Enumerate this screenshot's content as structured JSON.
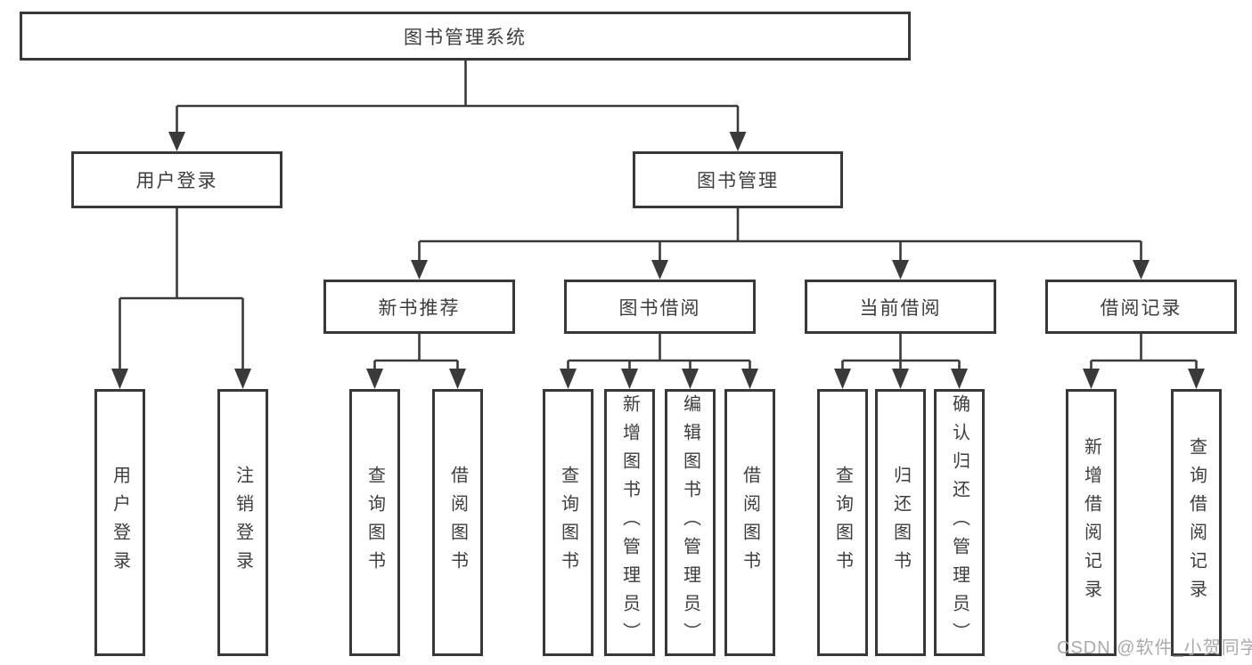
{
  "diagram_title": "图书管理系统",
  "watermark": "CSDN @软件_小贺同学",
  "colors": {
    "background": "#ffffff",
    "box_border": "#383838",
    "connector_line": "#3a3a3a",
    "text": "#3d3d3d",
    "watermark": "#a5a5a5"
  },
  "nodes": [
    {
      "id": "root",
      "label": "图书管理系统",
      "level": 1,
      "children": [
        "user-login",
        "book-management"
      ]
    },
    {
      "id": "user-login",
      "label": "用户登录",
      "level": 2,
      "children": [
        "leaf-user-login",
        "leaf-logout"
      ]
    },
    {
      "id": "book-management",
      "label": "图书管理",
      "level": 2,
      "children": [
        "new-book-recommend",
        "book-borrowing",
        "current-borrowing",
        "borrowing-records"
      ]
    },
    {
      "id": "new-book-recommend",
      "label": "新书推荐",
      "level": 3,
      "children": [
        "leaf-query-books-1",
        "leaf-borrow-books-1"
      ]
    },
    {
      "id": "book-borrowing",
      "label": "图书借阅",
      "level": 3,
      "children": [
        "leaf-query-books-2",
        "leaf-add-books-admin",
        "leaf-edit-books-admin",
        "leaf-borrow-books-2"
      ]
    },
    {
      "id": "current-borrowing",
      "label": "当前借阅",
      "level": 3,
      "children": [
        "leaf-query-books-3",
        "leaf-return-books",
        "leaf-confirm-return-admin"
      ]
    },
    {
      "id": "borrowing-records",
      "label": "借阅记录",
      "level": 3,
      "children": [
        "leaf-add-borrow-record",
        "leaf-query-borrow-record"
      ]
    },
    {
      "id": "leaf-user-login",
      "label": "用户登录",
      "level": 4,
      "orientation": "vertical"
    },
    {
      "id": "leaf-logout",
      "label": "注销登录",
      "level": 4,
      "orientation": "vertical"
    },
    {
      "id": "leaf-query-books-1",
      "label": "查询图书",
      "level": 4,
      "orientation": "vertical"
    },
    {
      "id": "leaf-borrow-books-1",
      "label": "借阅图书",
      "level": 4,
      "orientation": "vertical"
    },
    {
      "id": "leaf-query-books-2",
      "label": "查询图书",
      "level": 4,
      "orientation": "vertical"
    },
    {
      "id": "leaf-add-books-admin",
      "label": "新增图书（管理员）",
      "level": 4,
      "orientation": "vertical"
    },
    {
      "id": "leaf-edit-books-admin",
      "label": "编辑图书（管理员）",
      "level": 4,
      "orientation": "vertical"
    },
    {
      "id": "leaf-borrow-books-2",
      "label": "借阅图书",
      "level": 4,
      "orientation": "vertical"
    },
    {
      "id": "leaf-query-books-3",
      "label": "查询图书",
      "level": 4,
      "orientation": "vertical"
    },
    {
      "id": "leaf-return-books",
      "label": "归还图书",
      "level": 4,
      "orientation": "vertical"
    },
    {
      "id": "leaf-confirm-return-admin",
      "label": "确认归还（管理员）",
      "level": 4,
      "orientation": "vertical"
    },
    {
      "id": "leaf-add-borrow-record",
      "label": "新增借阅记录",
      "level": 4,
      "orientation": "vertical"
    },
    {
      "id": "leaf-query-borrow-record",
      "label": "查询借阅记录",
      "level": 4,
      "orientation": "vertical"
    }
  ]
}
